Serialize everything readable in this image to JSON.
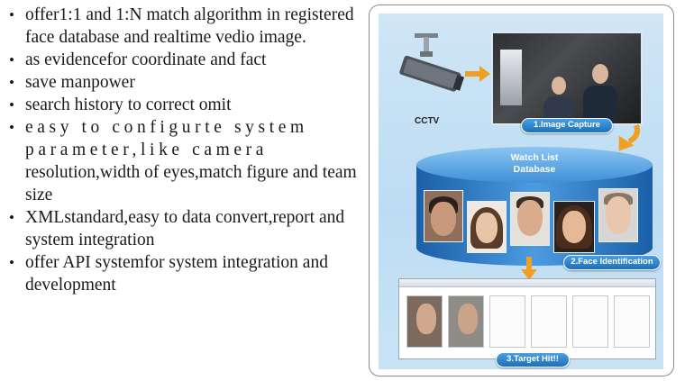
{
  "bullets": [
    "offer1:1 and 1:N match algorithm in registered face database and realtime vedio image.",
    "as evidencefor coordinate and fact",
    "save manpower",
    "search history to correct omit",
    "easy to configurte system parameter,like camera",
    "resolution,width of eyes,match figure and team size",
    "XMLstandard,easy to data convert,report and system integration",
    "offer API systemfor system integration and development"
  ],
  "diagram": {
    "cctv_label": "CCTV",
    "step1": "1.Image Capture",
    "database_title_1": "Watch List",
    "database_title_2": "Database",
    "step2": "2.Face Identification",
    "step3": "3.Target Hit!!"
  },
  "colors": {
    "pill_blue": "#1b6fbd",
    "arrow_orange": "#f0a020",
    "panel_bg": "#bddcf3"
  }
}
